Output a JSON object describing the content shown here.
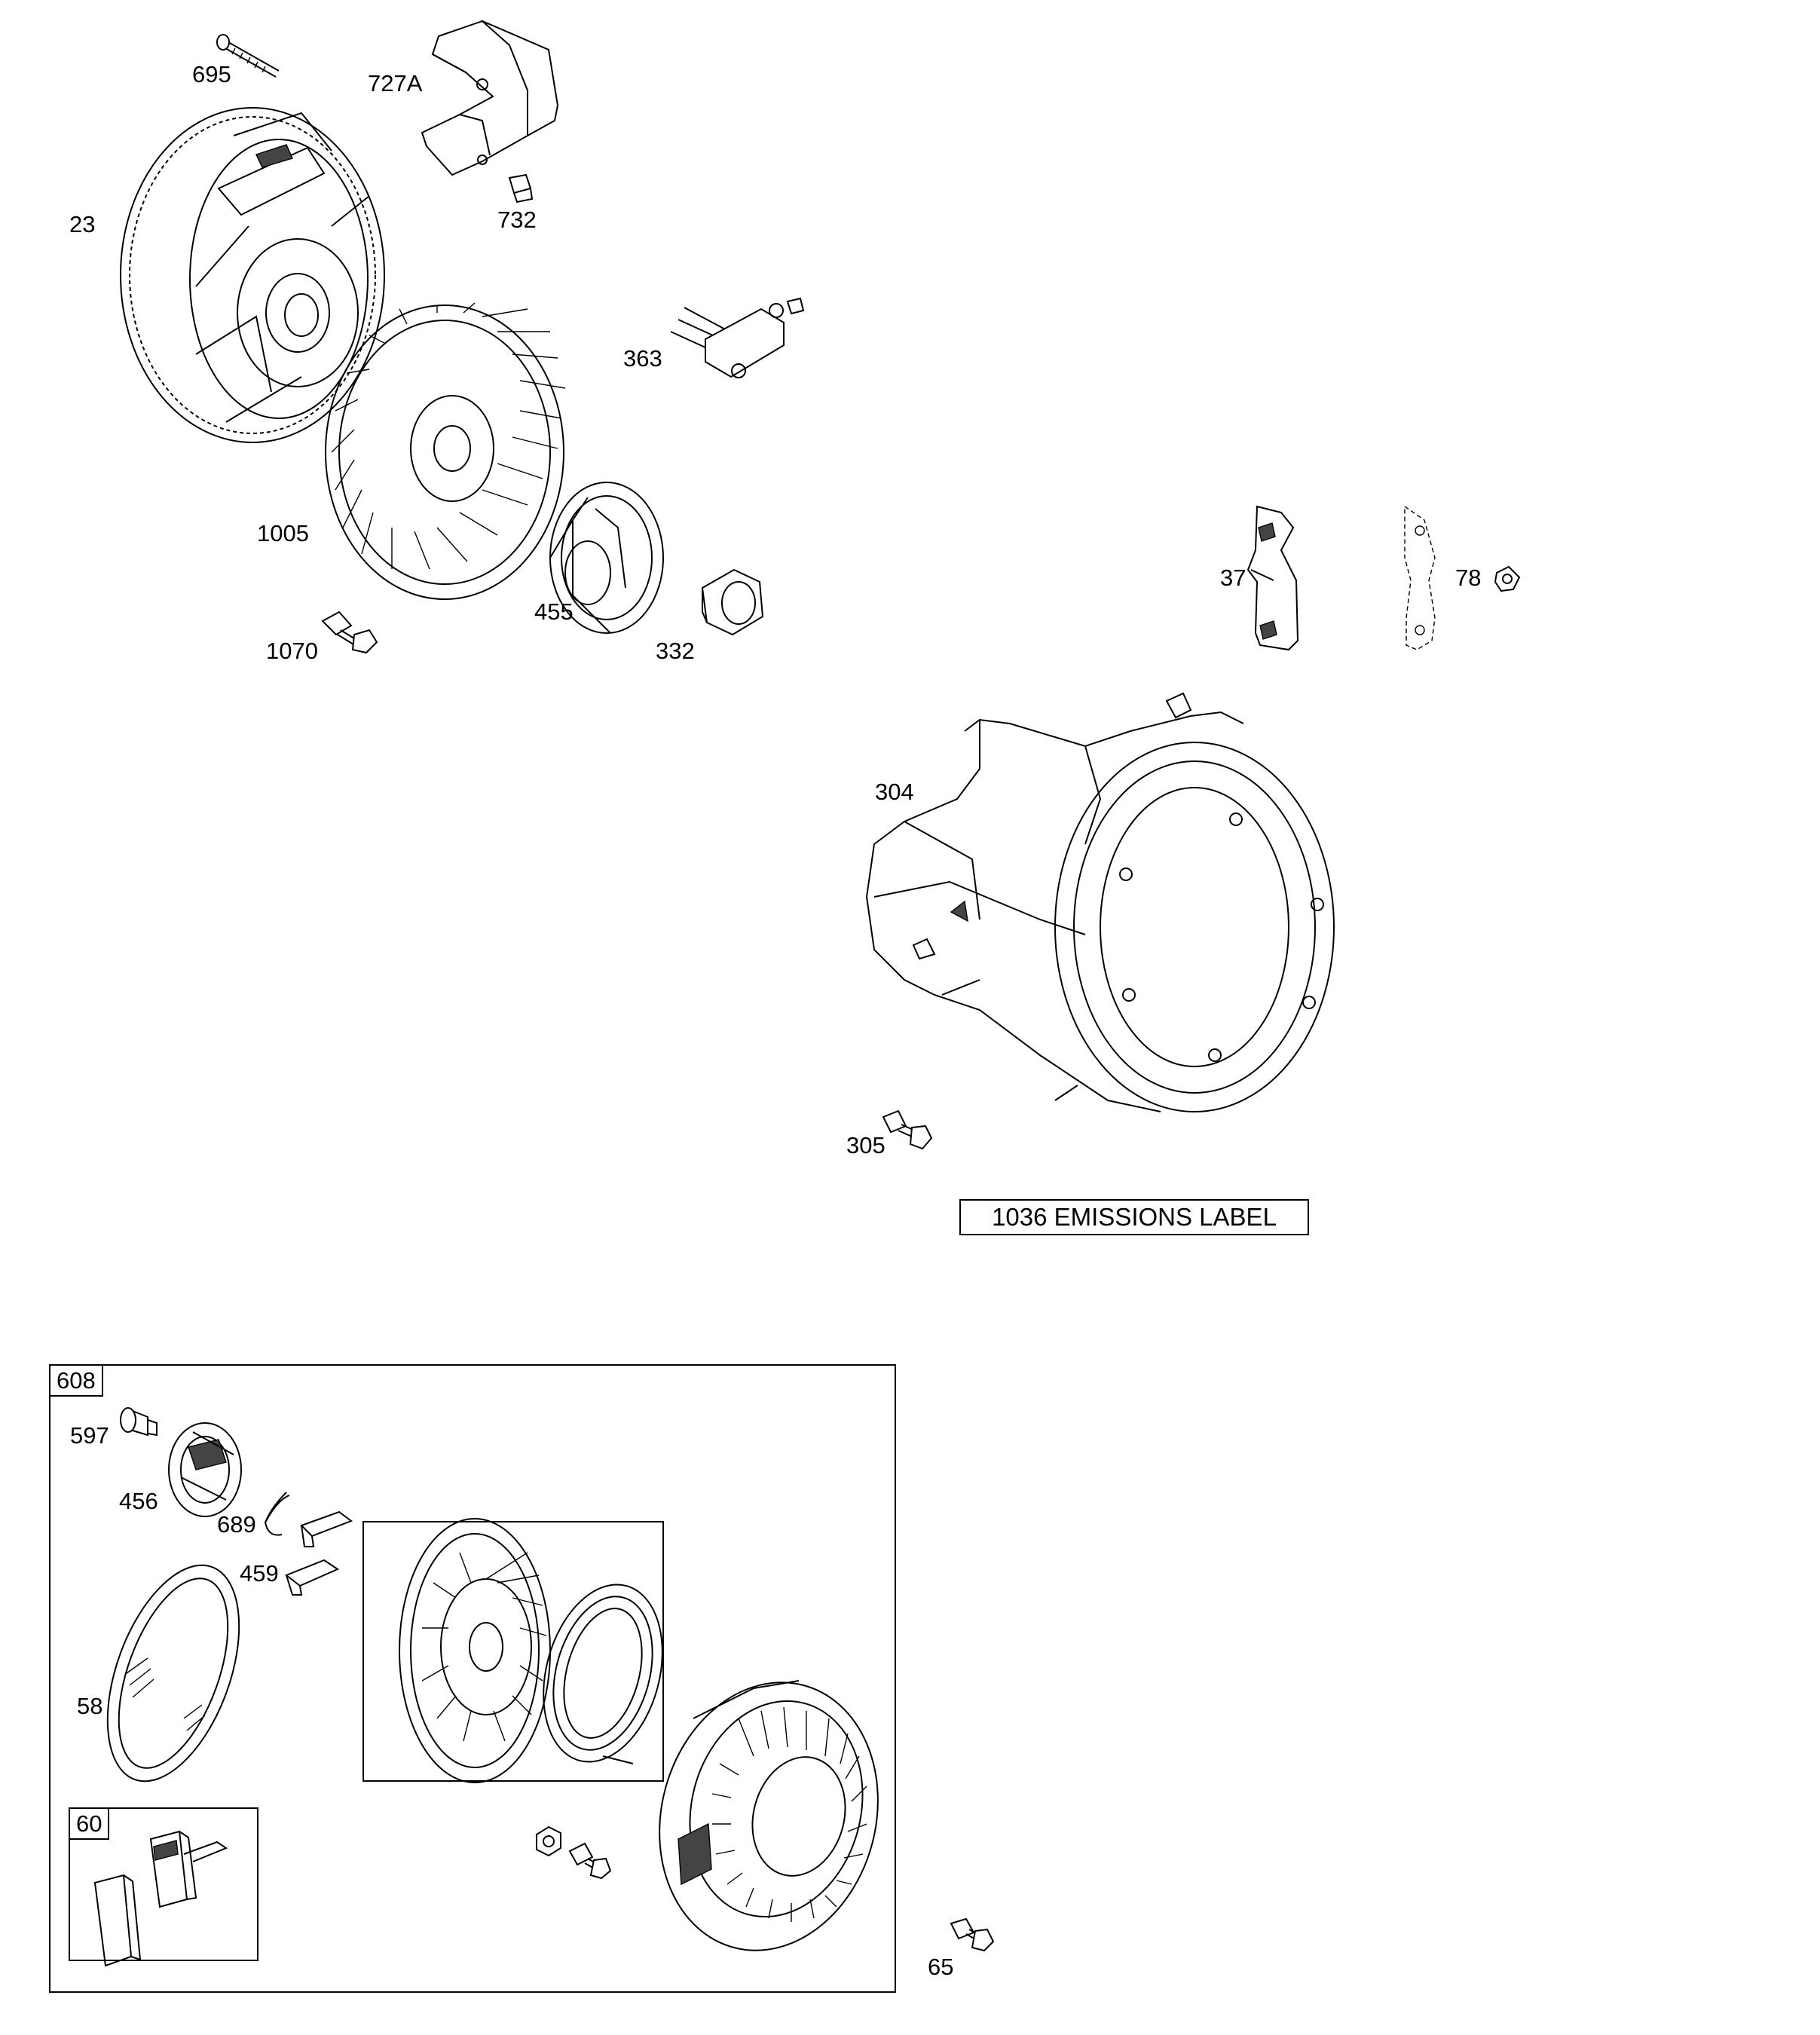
{
  "parts": {
    "p695": "695",
    "p727a": "727A",
    "p732": "732",
    "p23": "23",
    "p363": "363",
    "p1005": "1005",
    "p455": "455",
    "p332": "332",
    "p1070": "1070",
    "p37": "37",
    "p78": "78",
    "p304": "304",
    "p305": "305",
    "p608": "608",
    "p597": "597",
    "p456": "456",
    "p689": "689",
    "p459": "459",
    "p58": "58",
    "p60": "60",
    "p65": "65"
  },
  "emissions_label": "1036 EMISSIONS LABEL"
}
